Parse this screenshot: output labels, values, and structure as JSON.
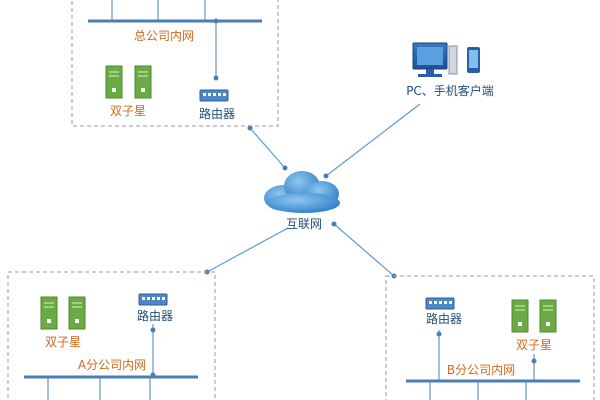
{
  "colors": {
    "link": "#5b9bd5",
    "bus": "#4a7fb5",
    "server_green": "#6aab45",
    "label_orange": "#d2691e",
    "label_blue": "#1f4e79",
    "dashed_border": "#999999"
  },
  "hq": {
    "lan_label": "总公司内网",
    "server_label": "双子星",
    "router_label": "路由器"
  },
  "internet": {
    "label": "互联网",
    "icon": "cloud-icon"
  },
  "clients": {
    "label": "PC、手机客户端",
    "icons": [
      "desktop-pc-icon",
      "smartphone-icon"
    ]
  },
  "branch_a": {
    "lan_label": "A分公司内网",
    "server_label": "双子星",
    "router_label": "路由器"
  },
  "branch_b": {
    "lan_label": "B分公司内网",
    "server_label": "双子星",
    "router_label": "路由器"
  }
}
